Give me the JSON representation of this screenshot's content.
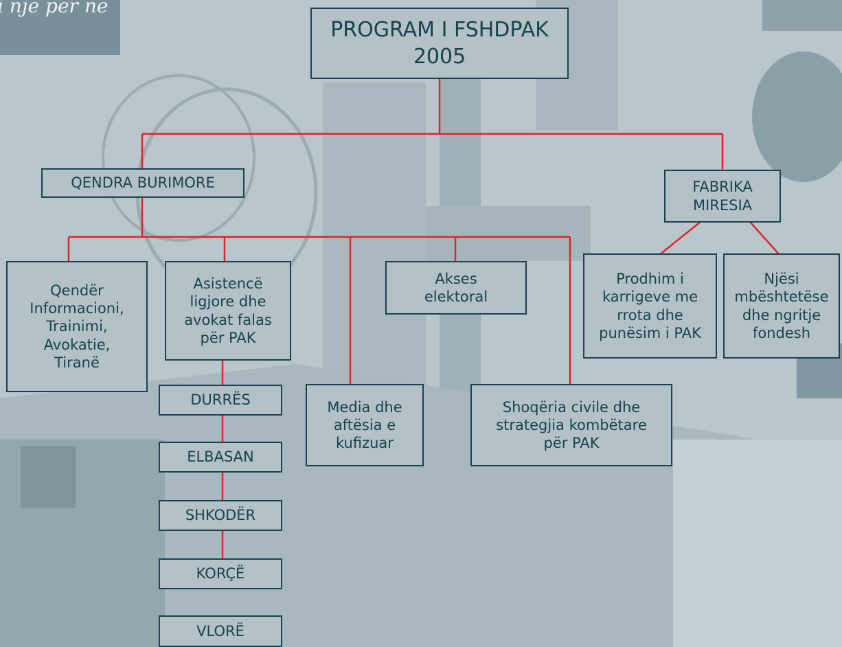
{
  "colors": {
    "node_fill": "#b4c1c6",
    "node_border": "#17444e",
    "text": "#17444e",
    "connector": "#e0242c"
  },
  "background": {
    "poster_text": "i një për ne"
  },
  "root": "PROGRAM I FSHDPAK\n2005",
  "qendra_burimore": {
    "label": "QENDRA BURIMORE",
    "children": [
      "Qendër\nInformacioni,\nTrainimi,\nAvokatie,\nTiranë",
      "Asistencë\nligjore dhe\navokat falas\npër PAK",
      "Akses\nelektoral",
      "Media dhe\naftësia e\nkufizuar",
      "Shoqëria civile dhe\nstrategjia kombëtare\npër PAK"
    ],
    "cities": [
      "DURRËS",
      "ELBASAN",
      "SHKODËR",
      "KORÇË",
      "VLORË"
    ]
  },
  "fabrika_miresia": {
    "label": "FABRIKA\nMIRESIA",
    "children": [
      "Prodhim i\nkarrigeve me\nrrota dhe\npunësim i PAK",
      "Njësi\nmbështetëse\ndhe ngritje\nfondesh"
    ]
  }
}
